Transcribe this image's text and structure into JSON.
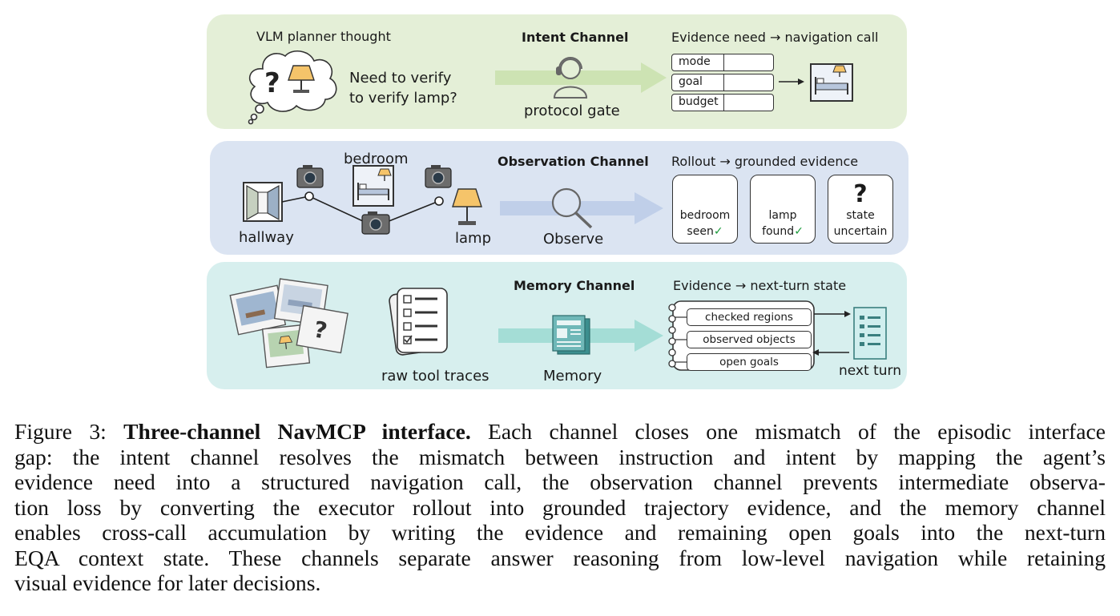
{
  "intent": {
    "planner_title": "VLM planner thought",
    "thought_line1": "Need to verify",
    "thought_line2": "to verify lamp?",
    "channel_title": "Intent Channel",
    "gate_label": "protocol gate",
    "call_title": "Evidence need → navigation call",
    "fields": [
      "mode",
      "goal",
      "budget"
    ]
  },
  "observation": {
    "room_label": "bedroom",
    "hallway_label": "hallway",
    "lamp_label": "lamp",
    "channel_title": "Observation Channel",
    "observe_label": "Observe",
    "evidence_title": "Rollout → grounded evidence",
    "cards": [
      {
        "line1": "bedroom",
        "line2": "seen",
        "mark": "✓"
      },
      {
        "line1": "lamp",
        "line2": "found",
        "mark": "✓"
      },
      {
        "symbol": "?",
        "line1": "state",
        "line2": "uncertain"
      }
    ]
  },
  "memory": {
    "traces_label": "raw tool traces",
    "channel_title": "Memory Channel",
    "memory_label": "Memory",
    "state_title": "Evidence → next-turn state",
    "slots": [
      "checked regions",
      "observed objects",
      "open goals"
    ],
    "next_turn_label": "next turn"
  },
  "caption": {
    "lines": [
      {
        "prefix": "Figure 3: ",
        "bold": "Three-channel NavMCP interface.",
        "rest": " Each channel closes one mismatch of the episodic interface"
      },
      {
        "text": "gap: the intent channel resolves the mismatch between instruction and intent by mapping the agent’s"
      },
      {
        "text": "evidence need into a structured navigation call, the observation channel prevents intermediate observa-"
      },
      {
        "text": "tion loss by converting the executor rollout into grounded trajectory evidence, and the memory channel"
      },
      {
        "text": "enables cross-call accumulation by writing the evidence and remaining open goals into the next-turn"
      },
      {
        "text": "EQA context state. These channels separate answer reasoning from low-level navigation while retaining"
      },
      {
        "text": "visual evidence for later decisions."
      }
    ]
  },
  "colors": {
    "intent_bg": "#e4efd7",
    "observation_bg": "#dbe4f2",
    "memory_bg": "#d7efee",
    "check_green": "#1a9a3a"
  }
}
